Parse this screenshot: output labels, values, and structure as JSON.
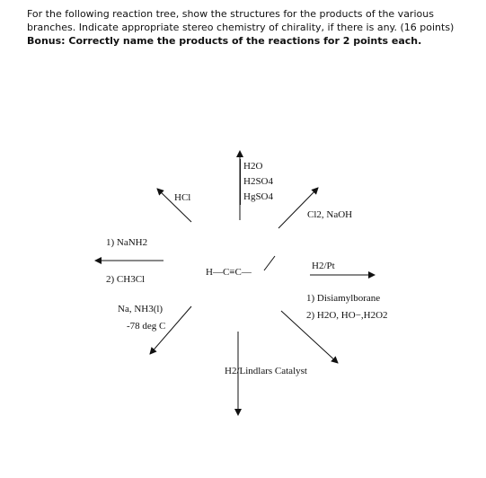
{
  "question": {
    "text": "For the following reaction tree, show the structures for the products of the various branches. Indicate appropriate stereo chemistry of chirality, if there is any.  (16 points)",
    "bonus": "Bonus: Correctly name the products of the reactions for 2 points each."
  },
  "center": {
    "molecule": "H—C≡C—"
  },
  "branches": {
    "up": [
      "H2O",
      "H2SO4",
      "HgSO4"
    ],
    "up_left": "HCl",
    "up_right": "Cl2, NaOH",
    "left": [
      "1) NaNH2",
      "2) CH3Cl"
    ],
    "right": "H2/Pt",
    "down_left": [
      "Na, NH3(l)",
      "-78 deg C"
    ],
    "down_right": [
      "1) Disiamylborane",
      "2) H2O, HO−,H2O2"
    ],
    "down": "H2/Lindlars Catalyst"
  }
}
